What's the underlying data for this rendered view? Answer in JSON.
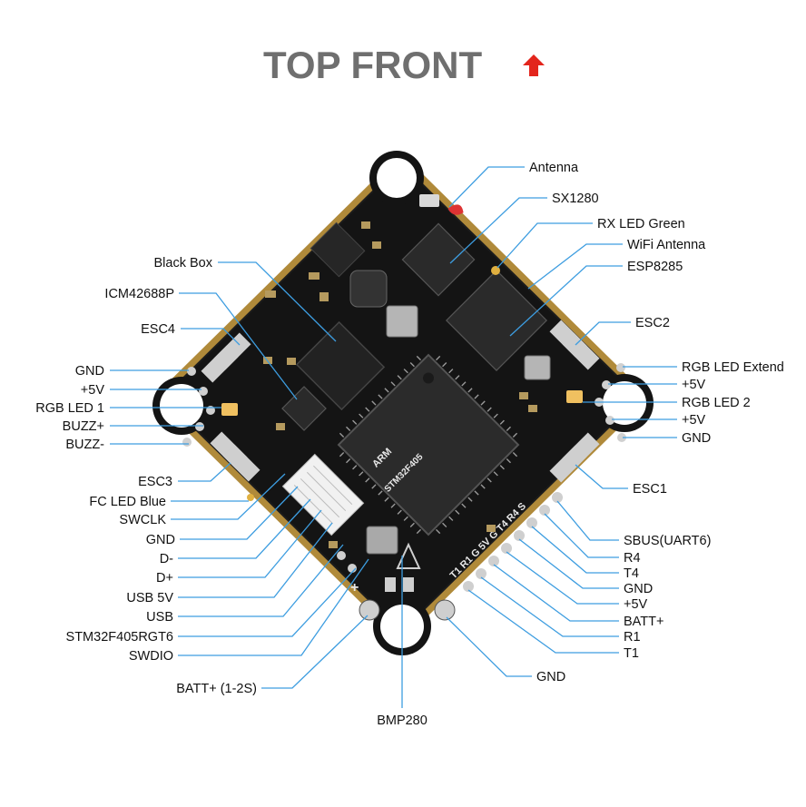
{
  "title": "TOP FRONT",
  "colors": {
    "title": "#6f6f6f",
    "arrow": "#e3251c",
    "leader": "#3d9de0",
    "board": "#141414",
    "board_edge": "#b08a3a",
    "label": "#111111"
  },
  "labels": {
    "antenna": "Antenna",
    "sx1280": "SX1280",
    "rx_led_green": "RX LED Green",
    "wifi_antenna": "WiFi Antenna",
    "esp8285": "ESP8285",
    "black_box": "Black Box",
    "icm42688p": "ICM42688P",
    "esc4": "ESC4",
    "esc2": "ESC2",
    "gnd_left": "GND",
    "v5_left": "+5V",
    "rgb_led_1": "RGB LED 1",
    "buzz_plus": "BUZZ+",
    "buzz_minus": "BUZZ-",
    "rgb_led_extend": "RGB LED Extend",
    "v5_right_1": "+5V",
    "rgb_led_2": "RGB LED 2",
    "v5_right_2": "+5V",
    "gnd_right": "GND",
    "esc3": "ESC3",
    "esc1": "ESC1",
    "fc_led_blue": "FC LED Blue",
    "swclk": "SWCLK",
    "gnd_bottom_left": "GND",
    "d_minus": "D-",
    "d_plus": "D+",
    "usb_5v": "USB 5V",
    "usb": "USB",
    "stm32": "STM32F405RGT6",
    "swdio": "SWDIO",
    "batt_1_2s": "BATT+ (1-2S)",
    "bmp280": "BMP280",
    "sbus": "SBUS(UART6)",
    "r4": "R4",
    "t4": "T4",
    "gnd_br_1": "GND",
    "v5_br": "+5V",
    "batt_plus": "BATT+",
    "r1": "R1",
    "t1": "T1",
    "gnd_br_2": "GND"
  },
  "silkscreen": {
    "mcu_brand": "ARM",
    "mcu_model": "STM32F405",
    "pads_bottom_right": "T1 R1 G 5V G T4 R4 S"
  }
}
